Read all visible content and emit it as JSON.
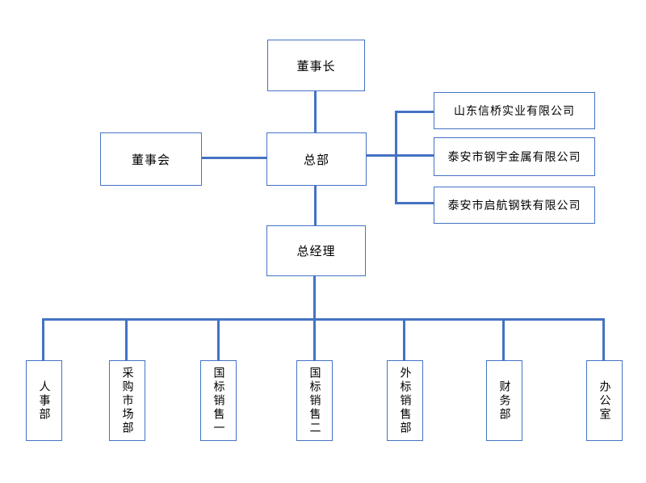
{
  "org_chart": {
    "type": "org-tree",
    "colors": {
      "box_border": "#4472c4",
      "connector": "#4472c4",
      "box_fill": "#ffffff",
      "text": "#000000",
      "background": "#ffffff"
    },
    "nodes": {
      "chairman": {
        "label": "董事长"
      },
      "board": {
        "label": "董事会"
      },
      "headquarters": {
        "label": "总部"
      },
      "general_manager": {
        "label": "总经理"
      }
    },
    "subsidiaries": [
      {
        "label": "山东信桥实业有限公司"
      },
      {
        "label": "泰安市钢宇金属有限公司"
      },
      {
        "label": "泰安市启航钢铁有限公司"
      }
    ],
    "departments": [
      {
        "label": "人事部"
      },
      {
        "label": "采购市场部"
      },
      {
        "label": "国标销售一"
      },
      {
        "label": "国标销售二"
      },
      {
        "label": "外标销售部"
      },
      {
        "label": "财务部"
      },
      {
        "label": "办公室"
      }
    ],
    "hierarchy": {
      "root": "董事长",
      "edges": [
        [
          "董事长",
          "总部"
        ],
        [
          "董事会",
          "总部"
        ],
        [
          "总部",
          "山东信桥实业有限公司"
        ],
        [
          "总部",
          "泰安市钢宇金属有限公司"
        ],
        [
          "总部",
          "泰安市启航钢铁有限公司"
        ],
        [
          "总部",
          "总经理"
        ],
        [
          "总经理",
          "人事部"
        ],
        [
          "总经理",
          "采购市场部"
        ],
        [
          "总经理",
          "国标销售一"
        ],
        [
          "总经理",
          "国标销售二"
        ],
        [
          "总经理",
          "外标销售部"
        ],
        [
          "总经理",
          "财务部"
        ],
        [
          "总经理",
          "办公室"
        ]
      ]
    }
  }
}
